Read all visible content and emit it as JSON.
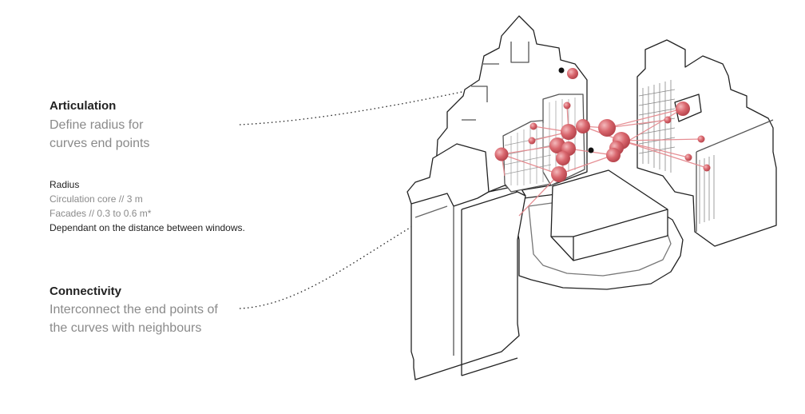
{
  "articulation": {
    "title": "Articulation",
    "line1": "Define radius for",
    "line2": "curves end points"
  },
  "radius": {
    "title": "Radius",
    "core": "Circulation core // 3 m",
    "facades": "Facades // 0.3 to 0.6 m*",
    "note": "Dependant on the distance between windows."
  },
  "connectivity": {
    "title": "Connectivity",
    "line1": "Interconnect the end points of",
    "line2": "the curves with neighbours"
  },
  "colors": {
    "node": "#d9676e",
    "link": "#e58a8f",
    "outline": "#222222",
    "muted": "#8a8a8a"
  }
}
